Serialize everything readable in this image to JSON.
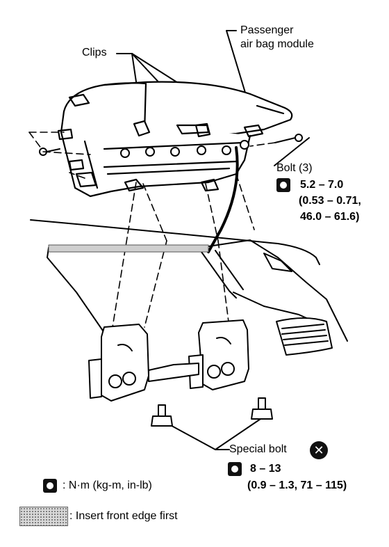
{
  "labels": {
    "passenger_line1": "Passenger",
    "passenger_line2": "air bag module",
    "clips": "Clips",
    "bolt": "Bolt (3)",
    "bolt_torque_1": "5.2 – 7.0",
    "bolt_torque_2": "(0.53 – 0.71,",
    "bolt_torque_3": "46.0 – 61.6)",
    "special_bolt": "Special bolt",
    "special_torque_1": "8 – 13",
    "special_torque_2": "(0.9 – 1.3, 71 – 115)"
  },
  "legend": {
    "torque_units": ": N·m (kg-m, in-lb)",
    "insert_front": ": Insert front edge first"
  },
  "icons": {
    "torque": "torque-nut-icon",
    "replace": "do-not-reuse-icon",
    "insert": "stipple-pattern-icon"
  }
}
